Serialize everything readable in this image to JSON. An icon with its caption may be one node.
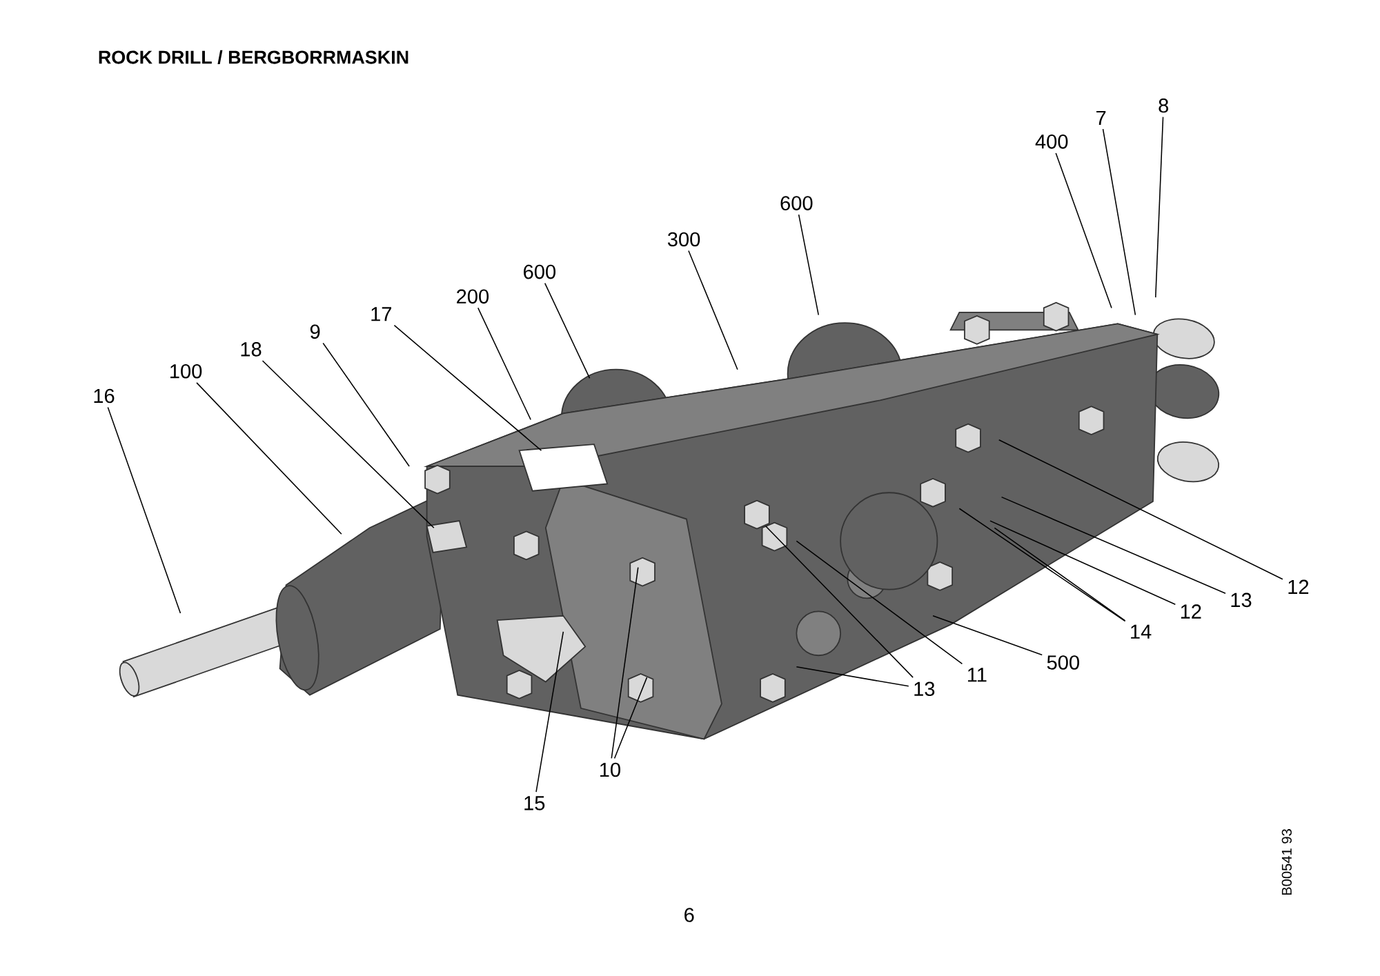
{
  "diagram": {
    "title": "ROCK DRILL / BERGBORRMASKIN",
    "nodes": [
      {
        "text": [
          "16"
        ]
      },
      {
        "text": [
          "100"
        ]
      },
      {
        "text": [
          "18"
        ]
      },
      {
        "text": [
          "9"
        ]
      },
      {
        "text": [
          "17"
        ]
      },
      {
        "text": [
          "200"
        ]
      },
      {
        "text": [
          "600"
        ]
      },
      {
        "text": [
          "300"
        ]
      },
      {
        "text": [
          "600"
        ]
      },
      {
        "text": [
          "400"
        ]
      },
      {
        "text": [
          "7"
        ]
      },
      {
        "text": [
          "8"
        ]
      },
      {
        "text": [
          "12"
        ]
      },
      {
        "text": [
          "13"
        ]
      },
      {
        "text": [
          "12"
        ]
      },
      {
        "text": [
          "14"
        ]
      },
      {
        "text": [
          "500"
        ]
      },
      {
        "text": [
          "11"
        ]
      },
      {
        "text": [
          "13"
        ]
      },
      {
        "text": [
          "10"
        ]
      },
      {
        "text": [
          "15"
        ]
      }
    ],
    "edges": [
      {
        "from": 0,
        "to": null,
        "arrow": "none"
      },
      {
        "from": 1,
        "to": null,
        "arrow": "none"
      },
      {
        "from": 2,
        "to": null,
        "arrow": "none"
      },
      {
        "from": 3,
        "to": null,
        "arrow": "none"
      },
      {
        "from": 4,
        "to": null,
        "arrow": "none"
      },
      {
        "from": 5,
        "to": null,
        "arrow": "none"
      },
      {
        "from": 6,
        "to": null,
        "arrow": "none"
      },
      {
        "from": 7,
        "to": null,
        "arrow": "none"
      },
      {
        "from": 8,
        "to": null,
        "arrow": "none"
      },
      {
        "from": 9,
        "to": null,
        "arrow": "none"
      },
      {
        "from": 10,
        "to": null,
        "arrow": "none"
      },
      {
        "from": 11,
        "to": null,
        "arrow": "none"
      },
      {
        "from": 12,
        "to": null,
        "arrow": "none"
      },
      {
        "from": 13,
        "to": null,
        "arrow": "none"
      },
      {
        "from": 14,
        "to": null,
        "arrow": "none"
      },
      {
        "from": 15,
        "to": null,
        "arrow": "none"
      },
      {
        "from": 15,
        "to": null,
        "arrow": "none"
      },
      {
        "from": 16,
        "to": null,
        "arrow": "none"
      },
      {
        "from": 17,
        "to": null,
        "arrow": "none"
      },
      {
        "from": 18,
        "to": null,
        "arrow": "none"
      },
      {
        "from": 18,
        "to": null,
        "arrow": "none"
      },
      {
        "from": 19,
        "to": null,
        "arrow": "none"
      },
      {
        "from": 19,
        "to": null,
        "arrow": "none"
      },
      {
        "from": 20,
        "to": null,
        "arrow": "none"
      }
    ],
    "labels": [
      "B00541 93",
      "6"
    ]
  }
}
